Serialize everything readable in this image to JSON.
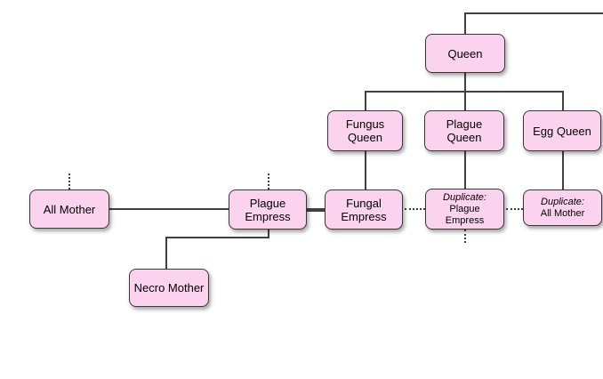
{
  "diagram": {
    "type": "org-tree",
    "colors": {
      "background": "#ffffff",
      "node_fill": "#fbd3ee",
      "node_border": "#383838",
      "edge_color": "#404040"
    },
    "nodes": [
      {
        "id": "queen",
        "label": "Queen"
      },
      {
        "id": "fungus-queen",
        "label": "Fungus Queen"
      },
      {
        "id": "plague-queen",
        "label": "Plague Queen"
      },
      {
        "id": "egg-queen",
        "label": "Egg Queen"
      },
      {
        "id": "all-mother",
        "label": "All Mother"
      },
      {
        "id": "plague-empress",
        "label": "Plague Empress"
      },
      {
        "id": "fungal-empress",
        "label": "Fungal Empress"
      },
      {
        "id": "duplicate-plague-empress",
        "prefix": "Duplicate:",
        "label": "Plague Empress"
      },
      {
        "id": "duplicate-all-mother",
        "prefix": "Duplicate:",
        "label": "All Mother"
      },
      {
        "id": "necro-mother",
        "label": "Necro Mother"
      }
    ],
    "edges": [
      {
        "from": "offscreen-top-right",
        "to": "queen",
        "style": "solid"
      },
      {
        "from": "queen",
        "to": "fungus-queen",
        "style": "solid"
      },
      {
        "from": "queen",
        "to": "plague-queen",
        "style": "solid"
      },
      {
        "from": "queen",
        "to": "egg-queen",
        "style": "solid"
      },
      {
        "from": "fungus-queen",
        "to": "fungal-empress",
        "style": "solid"
      },
      {
        "from": "plague-queen",
        "to": "duplicate-plague-empress",
        "style": "solid"
      },
      {
        "from": "egg-queen",
        "to": "duplicate-all-mother",
        "style": "solid"
      },
      {
        "from": "all-mother",
        "to": "plague-empress",
        "style": "solid"
      },
      {
        "from": "plague-empress",
        "to": "fungal-empress",
        "style": "solid-thick"
      },
      {
        "from": "plague-empress",
        "to": "necro-mother",
        "style": "solid"
      },
      {
        "from": "all-mother",
        "to": "offscreen-up",
        "style": "dotted"
      },
      {
        "from": "plague-empress",
        "to": "offscreen-up",
        "style": "dotted"
      },
      {
        "from": "fungal-empress",
        "to": "duplicate-plague-empress",
        "style": "dotted"
      },
      {
        "from": "duplicate-plague-empress",
        "to": "duplicate-all-mother",
        "style": "dotted"
      },
      {
        "from": "duplicate-plague-empress",
        "to": "offscreen-down",
        "style": "dotted"
      }
    ]
  }
}
